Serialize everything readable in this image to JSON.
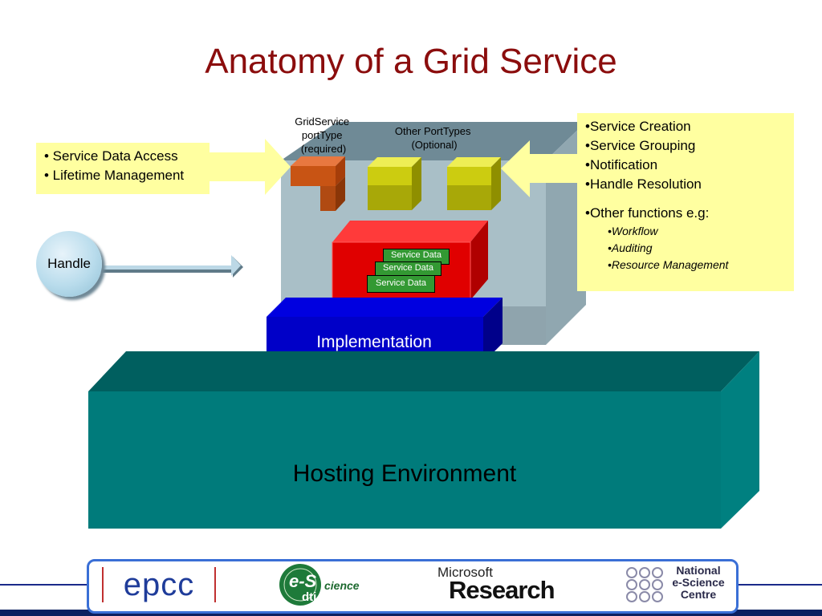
{
  "title": "Anatomy of a Grid Service",
  "porttypes": {
    "gridservice_label": [
      "GridService",
      "portType",
      "(required)"
    ],
    "other_label": [
      "Other PortTypes",
      "(Optional)"
    ]
  },
  "left_box": {
    "items": [
      "• Service Data Access",
      "• Lifetime Management"
    ]
  },
  "right_box": {
    "items": [
      "•Service Creation",
      "•Service Grouping",
      "•Notification",
      "•Handle Resolution"
    ],
    "other_heading": "•Other functions e.g:",
    "sub_items": [
      "Workflow",
      "Auditing",
      "Resource Management"
    ]
  },
  "handle": {
    "label": "Handle"
  },
  "service_data": [
    "Service Data",
    "Service Data",
    "Service Data"
  ],
  "implementation": {
    "label": "Implementation"
  },
  "hosting": {
    "label": "Hosting Environment"
  },
  "footer": {
    "logos": {
      "epcc": "epcc",
      "escience_main": "e-S",
      "escience_suffix": "cience",
      "escience_sub": "dti",
      "ms_top": "Microsoft",
      "ms_bottom": "Research",
      "nesc": [
        "National",
        "e-Science",
        "Centre"
      ]
    }
  },
  "colors": {
    "title": "#8b0d0d",
    "hosting": "#007b7b",
    "implementation": "#0000c8",
    "service_block": "#e00000",
    "porttype_required": "#c04f10",
    "porttype_optional": "#c4c400",
    "callout": "#ffffa0",
    "footer_border": "#3a6fd6"
  }
}
